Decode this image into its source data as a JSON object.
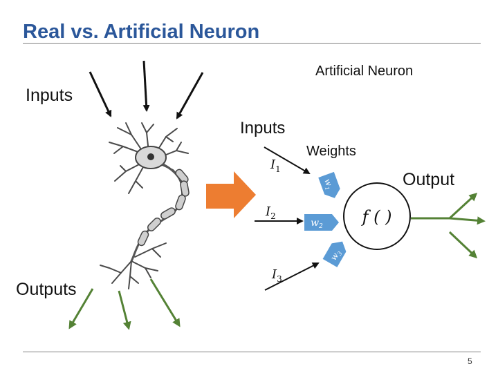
{
  "title": "Real vs. Artificial Neuron",
  "labels": {
    "artificial_neuron": "Artificial Neuron",
    "inputs_left": "Inputs",
    "inputs_right": "Inputs",
    "weights": "Weights",
    "output": "Output",
    "outputs": "Outputs"
  },
  "artificial_neuron": {
    "inputs": [
      "I1",
      "I2",
      "I3"
    ],
    "weights": [
      "w1",
      "w2",
      "w3"
    ],
    "function": "f ( )"
  },
  "page_number": "5",
  "colors": {
    "title": "#2b579a",
    "weight_tab": "#5b9bd5",
    "output_arrow": "#548235",
    "transition_arrow": "#ed7d31"
  }
}
